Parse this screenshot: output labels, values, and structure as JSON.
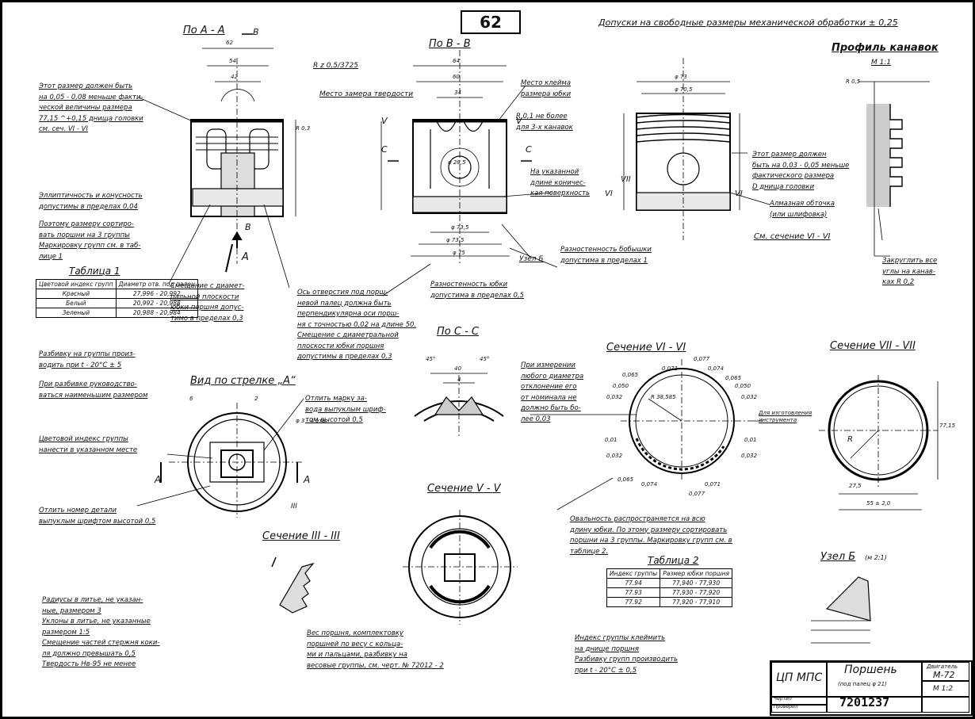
{
  "sheet_number": "62",
  "header_note": "Допуски на свободные размеры механической обработки ± 0,25",
  "titles": {
    "section_aa": "По А - А",
    "section_bb": "По В - В",
    "section_cc": "По С - С",
    "groove_profile": "Профиль канавок",
    "groove_scale": "М 1:1",
    "section_vi": "Сечение VI - VI",
    "section_vii": "Сечение VII - VII",
    "section_v": "Сечение V - V",
    "section_iii": "Сечение III - III",
    "view_a": "Вид по стрелке „А“",
    "node_b": "Узел Б",
    "node_b_scale": "(м 2:1)"
  },
  "left_notes": {
    "n1": [
      "Этот размер должен быть",
      "на 0,05 - 0,08 меньше факти-",
      "ческой величины размера",
      "77,15 ^+0,15 днища головки",
      "см. сеч. VI - VI"
    ],
    "n2": [
      "Эллиптичность и конусность",
      "допустимы в пределах 0,04"
    ],
    "n3": [
      "Поэтому размеру сортиро-",
      "вать поршни на 3 группы",
      "Маркировку групп см. в таб-",
      "лице 1"
    ],
    "n4": [
      "Разбивку на группы произ-",
      "водить при t - 20°C ± 5"
    ],
    "n5": [
      "При разбивке руководство-",
      "ваться наименьшим размером"
    ],
    "n6": [
      "Цветовой индекс группы",
      "нанести в указанном месте"
    ],
    "n7": [
      "Отлить номер детали",
      "выпуклым шрифтом высотой 0,5"
    ],
    "n8": [
      "Радиусы в литье, не указан-",
      "ные, размером 3",
      "Уклоны в литье, не указанные",
      "размером 1:5",
      "Смещение частей стержня коки-",
      "ля должно превышать 0,5",
      "Твердость Нв-95 не менее"
    ]
  },
  "mid_notes": {
    "offset_plane": [
      "Смещение с диамет-",
      "ральной плоскости",
      "юбки поршня допус-",
      "тимо в пределах 0,3"
    ],
    "pin_axis": [
      "Ось отверстия под порш-",
      "невой палец должна быть",
      "перпендикулярна оси порш-",
      "ня с точностью 0,02 на длине 50.",
      "Смещение с диаметральной",
      "плоскости юбки поршня",
      "допустимы в пределах 0,3"
    ],
    "mark": [
      "Отлить марку за-",
      "вода выпуклым шриф-",
      "том высотой 0,5"
    ],
    "stamp_place": [
      "Место клейма",
      "размера юбки"
    ],
    "r01": [
      "R 0,1 не более",
      "для 3-х канавок"
    ],
    "taper": [
      "На указанной",
      "длине коничес-",
      "кая поверхность"
    ],
    "skirt_variation": [
      "Разностенность юбки",
      "допустима в пределах 0,5"
    ],
    "wall_variation": [
      "Разностенность бобышки",
      "допустима в пределах 1"
    ],
    "hardness_place": "Место замера твердости",
    "surface": "R z 0,5/3725",
    "node_label": "Узел Б",
    "measure": [
      "При измерении",
      "любого диаметра",
      "отклонение его",
      "от номинала не",
      "должно быть бо-",
      "лее 0,03"
    ],
    "tool": [
      "Для изготовления",
      "инструмента"
    ],
    "right_size": [
      "Этот размер должен",
      "быть на 0,03 - 0,05 меньше",
      "фактического размера",
      "D днища головки"
    ],
    "diamond": [
      "Алмазная обточка",
      "(или шлифовка)"
    ],
    "see_section": "См. сечение VI - VI",
    "round": [
      "Закруглить все",
      "углы на канав-",
      "ках R 0,2"
    ],
    "ovality": [
      "Овальность распространяется на всю",
      "длину юбки. По этому размеру сортировать",
      "поршни на 3 группы. Маркировку групп см. в",
      "таблице 2."
    ],
    "weight": [
      "Вес поршня, комплектовку",
      "поршней по весу с кольца-",
      "ми и пальцами, разбивку на",
      "весовые группы, см. черт. № 72012 - 2"
    ],
    "index_stamp": [
      "Индекс группы клеймить",
      "на днище поршня",
      "Разбивку групп производить",
      "при t - 20°C ± 0,5"
    ]
  },
  "table1": {
    "title": "Таблица 1",
    "headers": [
      "Цветовой индекс групп",
      "Диаметр отв. под палец"
    ],
    "rows": [
      [
        "Красный",
        "27,996 - 20,992"
      ],
      [
        "Белый",
        "20,992 - 20,988"
      ],
      [
        "Зеленый",
        "20,988 - 20,984"
      ]
    ]
  },
  "table2": {
    "title": "Таблица 2",
    "headers": [
      "Индекс группы",
      "Размер юбки поршня"
    ],
    "rows": [
      [
        "77.94",
        "77,940 - 77,930"
      ],
      [
        "77.93",
        "77,930 - 77,920"
      ],
      [
        "77.92",
        "77,920 - 77,910"
      ]
    ]
  },
  "dims": {
    "d62": "62",
    "d54": "54",
    "d42": "42",
    "d64": "64",
    "d60": "60",
    "d34": "34",
    "d73": "φ 73",
    "d705": "φ 70,5",
    "d735": "φ 73,5",
    "d7354": "φ 73,5",
    "d75": "φ 75",
    "d285": "φ 28,5",
    "r05": "R 0,5",
    "r0": "R 0,3",
    "r885": "R 38,585",
    "d40": "40",
    "d4": "4",
    "a45": "45°",
    "a45b": "45°",
    "d275": "27,5",
    "d55": "55 ± 2,0",
    "d7715": "77,15",
    "d33": "φ 3 - 4 отв.",
    "d6": "6",
    "d2": "2",
    "dev0071": "0,071",
    "dev0077": "0,077",
    "dev0074": "0,074",
    "dev0065": "0,065",
    "dev005": "0,050",
    "dev0032": "0,032",
    "dev001": "0,01"
  },
  "labels": {
    "A": "А",
    "B": "В",
    "C": "С",
    "V": "V",
    "VI": "VI",
    "VII": "VII",
    "III": "III",
    "R": "R"
  },
  "title_block": {
    "org": "ЦП МПС",
    "name": "Поршень",
    "subname": "(под палец φ 21)",
    "engine_label": "Двигатель",
    "engine": "М-72",
    "scale": "М 1:2",
    "number": "7201237",
    "row1": "Чертил",
    "row2": "Проверил"
  }
}
